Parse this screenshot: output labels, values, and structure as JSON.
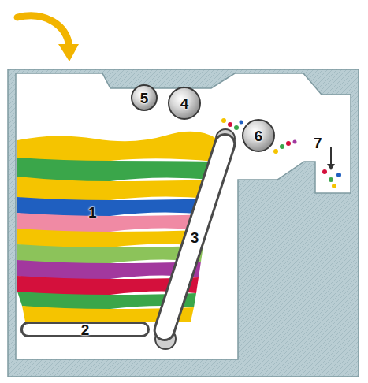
{
  "diagram": {
    "nodes": [
      {
        "text": [
          "5"
        ]
      },
      {
        "text": [
          "4"
        ]
      },
      {
        "text": [
          "6"
        ]
      },
      {
        "text": [
          "3"
        ]
      },
      {
        "text": [
          "2"
        ]
      }
    ],
    "labels": [
      "1",
      "7"
    ]
  }
}
